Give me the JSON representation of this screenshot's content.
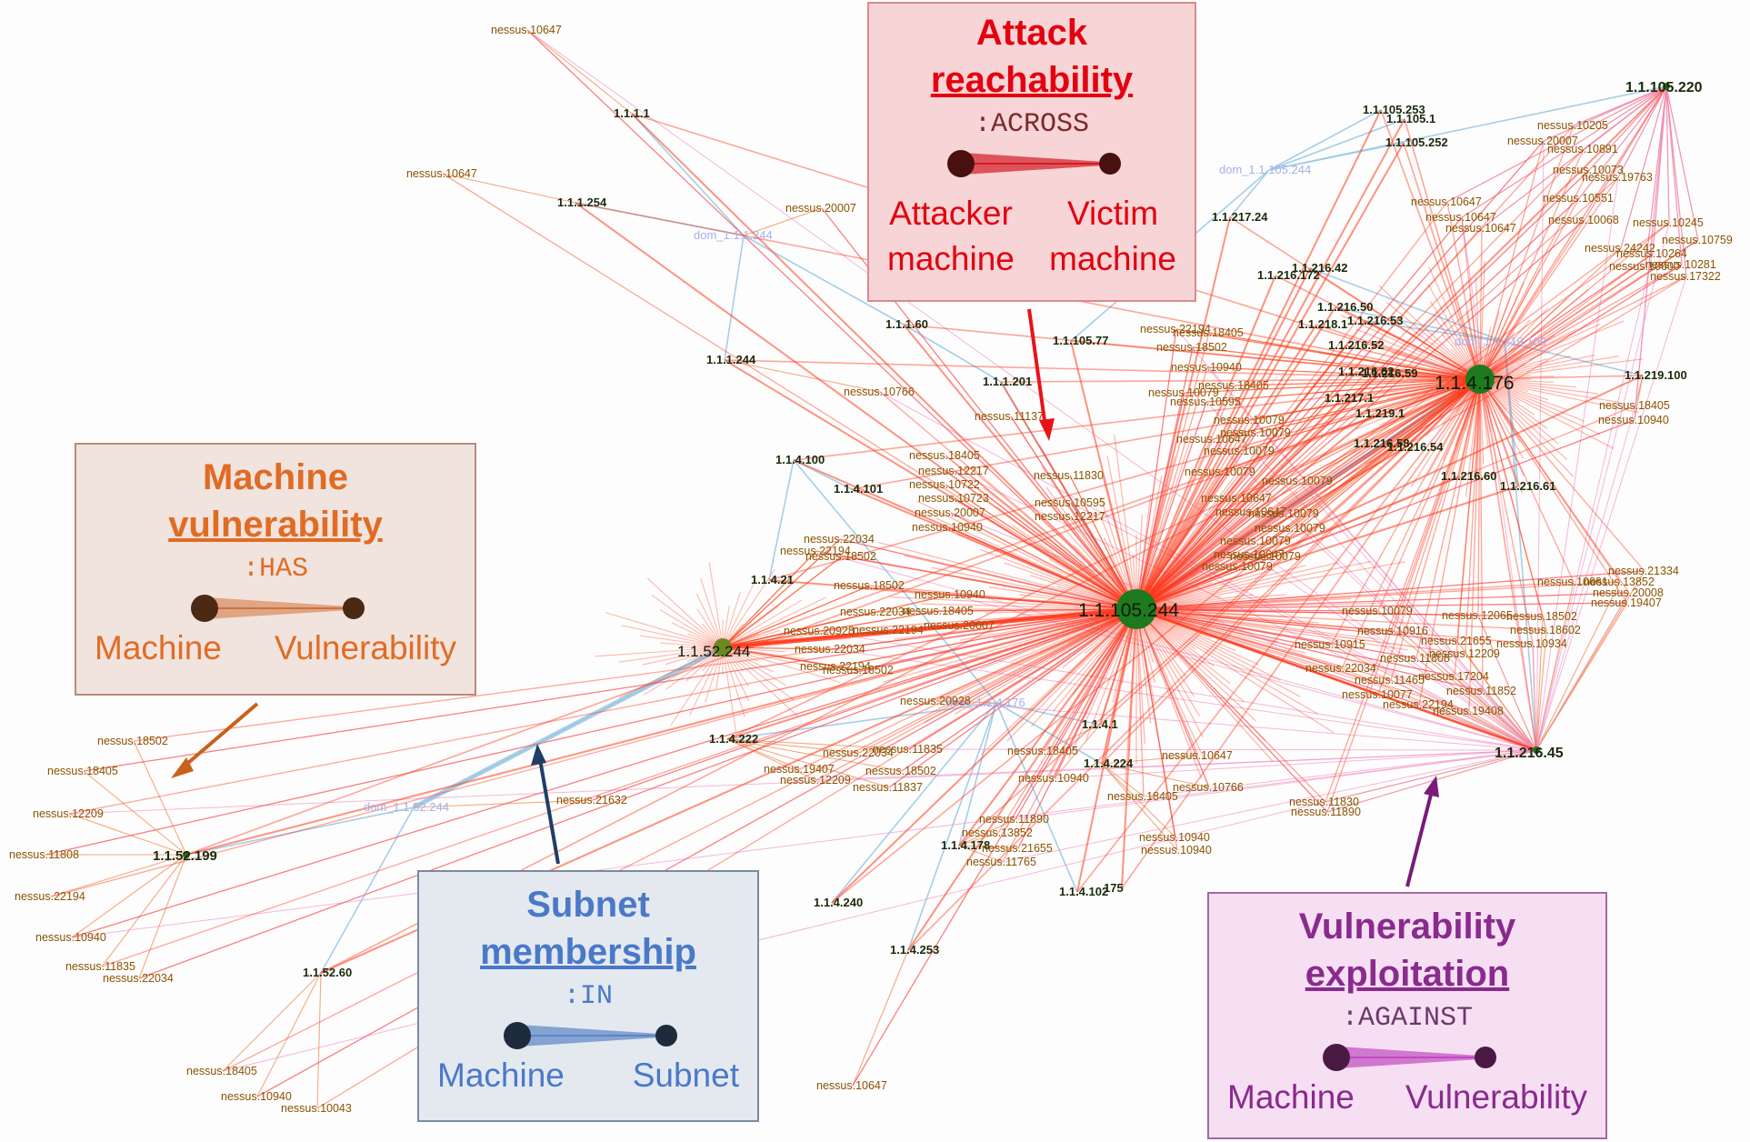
{
  "colors": {
    "subnet_edge": "#9cc9e6",
    "has_edge": "#f08d55",
    "across_edge": "#ff3a1a",
    "against_edge": "#f088c0",
    "node_dark": "#2a6e1a",
    "hub_fill": "#1e7a1e",
    "vuln_label": "#8a5200",
    "machine_label": "#111111",
    "subnet_label": "#a7aeea"
  },
  "legends": {
    "attack": {
      "title_line1": "Attack",
      "title_line2": "reachability",
      "relation": ":ACROSS",
      "left": "Attacker machine",
      "left_l1": "Attacker",
      "left_l2": "machine",
      "right_l1": "Victim",
      "right_l2": "machine",
      "color": "#d21d24"
    },
    "has": {
      "title_line1": "Machine",
      "title_line2": "vulnerability",
      "relation": ":HAS",
      "left": "Machine",
      "right": "Vulnerability",
      "color": "#6a3a20"
    },
    "in": {
      "title_line1": "Subnet",
      "title_line2": "membership",
      "relation": ":IN",
      "left": "Machine",
      "right": "Subnet",
      "color": "#1e3148"
    },
    "against": {
      "title_line1": "Vulnerability",
      "title_line2": "exploitation",
      "relation": ":AGAINST",
      "left": "Machine",
      "right": "Vulnerability",
      "color": "#5a2050"
    }
  },
  "nodes": [
    {
      "id": "h105",
      "label": "1.1.105.244",
      "type": "hub"
    },
    {
      "id": "h4176",
      "label": "1.1.4.176",
      "type": "hub"
    },
    {
      "id": "h52",
      "label": "1.1.52.244",
      "type": "hub"
    },
    {
      "id": "m105220",
      "label": "1.1.105.220",
      "type": "machine"
    },
    {
      "id": "m216_45",
      "label": "1.1.216.45",
      "type": "machine"
    },
    {
      "id": "m52199",
      "label": "1.1.52.199",
      "type": "machine"
    },
    {
      "id": "m1_1",
      "label": "1.1.1.1",
      "type": "machine"
    },
    {
      "id": "m1_254",
      "label": "1.1.1.254",
      "type": "machine"
    },
    {
      "id": "m1_244",
      "label": "1.1.1.244",
      "type": "machine"
    },
    {
      "id": "m1_60",
      "label": "1.1.1.60",
      "type": "machine"
    },
    {
      "id": "m1_201",
      "label": "1.1.1.201",
      "type": "machine"
    },
    {
      "id": "m4_100",
      "label": "1.1.4.100",
      "type": "machine"
    },
    {
      "id": "m4_101",
      "label": "1.1.4.101",
      "type": "machine"
    },
    {
      "id": "m4_21",
      "label": "1.1.4.21",
      "type": "machine"
    },
    {
      "id": "m4_222",
      "label": "1.1.4.222",
      "type": "machine"
    },
    {
      "id": "m4_240",
      "label": "1.1.4.240",
      "type": "machine"
    },
    {
      "id": "m4_178",
      "label": "1.1.4.178",
      "type": "machine"
    },
    {
      "id": "m4_253",
      "label": "1.1.4.253",
      "type": "machine"
    },
    {
      "id": "m4_1",
      "label": "1.1.4.1",
      "type": "machine"
    },
    {
      "id": "m4_224",
      "label": "1.1.4.224",
      "type": "machine"
    },
    {
      "id": "m4_102",
      "label": "1.1.4.102",
      "type": "machine"
    },
    {
      "id": "m175",
      "label": "175",
      "type": "machine"
    },
    {
      "id": "m52_60",
      "label": "1.1.52.60",
      "type": "machine"
    },
    {
      "id": "m217_24",
      "label": "1.1.217.24",
      "type": "machine"
    },
    {
      "id": "m105_77",
      "label": "1.1.105.77",
      "type": "machine"
    },
    {
      "id": "m105_253",
      "label": "1.1.105.253",
      "type": "machine"
    },
    {
      "id": "m105_1",
      "label": "1.1.105.1",
      "type": "machine"
    },
    {
      "id": "m105_252",
      "label": "1.1.105.252",
      "type": "machine"
    },
    {
      "id": "m216_42",
      "label": "1.1.216.42",
      "type": "machine"
    },
    {
      "id": "m216_172",
      "label": "1.1.216.172",
      "type": "machine"
    },
    {
      "id": "m216_50",
      "label": "1.1.216.50",
      "type": "machine"
    },
    {
      "id": "m218_1",
      "label": "1.1.218.1",
      "type": "machine"
    },
    {
      "id": "m216_53",
      "label": "1.1.216.53",
      "type": "machine"
    },
    {
      "id": "m216_52",
      "label": "1.1.216.52",
      "type": "machine"
    },
    {
      "id": "m216_59",
      "label": "1.1.216.59",
      "type": "machine"
    },
    {
      "id": "m216_62",
      "label": "1.1.216.62",
      "type": "machine"
    },
    {
      "id": "m217_1",
      "label": "1.1.217.1",
      "type": "machine"
    },
    {
      "id": "m219_1",
      "label": "1.1.219.1",
      "type": "machine"
    },
    {
      "id": "m216_54",
      "label": "1.1.216.54",
      "type": "machine"
    },
    {
      "id": "m216_58",
      "label": "1.1.216.58",
      "type": "machine"
    },
    {
      "id": "m216_61",
      "label": "1.1.216.61",
      "type": "machine"
    },
    {
      "id": "m216_60",
      "label": "1.1.216.60",
      "type": "machine"
    },
    {
      "id": "m219_100",
      "label": "1.1.219.100",
      "type": "machine"
    },
    {
      "id": "s1_244",
      "label": "dom_1.1.1.244",
      "type": "subnet"
    },
    {
      "id": "s105",
      "label": "dom_1.1.105.244",
      "type": "subnet"
    },
    {
      "id": "s219",
      "label": "dom_1.1.219.100",
      "type": "subnet"
    },
    {
      "id": "s4176",
      "label": "dom_1.1.4.176",
      "type": "subnet"
    },
    {
      "id": "s52",
      "label": "dom_1.1.52.244",
      "type": "subnet"
    }
  ],
  "vuln_labels": [
    {
      "t": "nessus.10647",
      "hub": "m1_1"
    },
    {
      "t": "nessus.10647",
      "hub": "m1_254"
    },
    {
      "t": "nessus.20007",
      "hub": "s1_244"
    },
    {
      "t": "nessus.10766",
      "hub": "m1_244"
    },
    {
      "t": "nessus.11137",
      "hub": "h105"
    },
    {
      "t": "nessus.18405",
      "hub": "h105"
    },
    {
      "t": "nessus.12217",
      "hub": "h105"
    },
    {
      "t": "nessus.10722",
      "hub": "h105"
    },
    {
      "t": "nessus.10723",
      "hub": "h105"
    },
    {
      "t": "nessus.20007",
      "hub": "h105"
    },
    {
      "t": "nessus.10940",
      "hub": "h105"
    },
    {
      "t": "nessus.11830",
      "hub": "h105"
    },
    {
      "t": "nessus.10595",
      "hub": "h105"
    },
    {
      "t": "nessus.12217",
      "hub": "h105"
    },
    {
      "t": "nessus.22034",
      "hub": "h52"
    },
    {
      "t": "nessus.22194",
      "hub": "h52"
    },
    {
      "t": "nessus.18502",
      "hub": "h52"
    },
    {
      "t": "nessus.18502",
      "hub": "h52"
    },
    {
      "t": "nessus.10940",
      "hub": "h52"
    },
    {
      "t": "nessus.22034",
      "hub": "h52"
    },
    {
      "t": "nessus.18405",
      "hub": "h52"
    },
    {
      "t": "nessus.20928",
      "hub": "h52"
    },
    {
      "t": "nessus.22194",
      "hub": "h52"
    },
    {
      "t": "nessus.20007",
      "hub": "h52"
    },
    {
      "t": "nessus.22034",
      "hub": "h52"
    },
    {
      "t": "nessus.22194",
      "hub": "h52"
    },
    {
      "t": "nessus.18502",
      "hub": "h52"
    },
    {
      "t": "nessus.20928",
      "hub": "s4176"
    },
    {
      "t": "nessus.21632",
      "hub": "s52"
    },
    {
      "t": "nessus.22034",
      "hub": "m4_222"
    },
    {
      "t": "nessus.11835",
      "hub": "m4_222"
    },
    {
      "t": "nessus.19407",
      "hub": "m4_222"
    },
    {
      "t": "nessus.18502",
      "hub": "m4_222"
    },
    {
      "t": "nessus.12209",
      "hub": "m4_222"
    },
    {
      "t": "nessus.11837",
      "hub": "m4_222"
    },
    {
      "t": "nessus.18405",
      "hub": "m4_1"
    },
    {
      "t": "nessus.10940",
      "hub": "m4_1"
    },
    {
      "t": "nessus.10647",
      "hub": "m4_224"
    },
    {
      "t": "nessus.10766",
      "hub": "m4_224"
    },
    {
      "t": "nessus.18405",
      "hub": "m4_224"
    },
    {
      "t": "nessus.10940",
      "hub": "m4_224"
    },
    {
      "t": "nessus.10940",
      "hub": "m4_224"
    },
    {
      "t": "nessus.11890",
      "hub": "m4_178"
    },
    {
      "t": "nessus.13852",
      "hub": "m4_178"
    },
    {
      "t": "nessus.21655",
      "hub": "m4_178"
    },
    {
      "t": "nessus.11765",
      "hub": "m4_178"
    },
    {
      "t": "nessus.10647",
      "hub": "m4_253"
    },
    {
      "t": "nessus.11830",
      "hub": "m216_45"
    },
    {
      "t": "nessus.11890",
      "hub": "m216_45"
    },
    {
      "t": "nessus.18502",
      "hub": "m52199"
    },
    {
      "t": "nessus.18405",
      "hub": "m52199"
    },
    {
      "t": "nessus.12209",
      "hub": "m52199"
    },
    {
      "t": "nessus.11808",
      "hub": "m52199"
    },
    {
      "t": "nessus.22194",
      "hub": "m52199"
    },
    {
      "t": "nessus.10940",
      "hub": "m52199"
    },
    {
      "t": "nessus.11835",
      "hub": "m52199"
    },
    {
      "t": "nessus.22034",
      "hub": "m52199"
    },
    {
      "t": "nessus.18405",
      "hub": "m52_60"
    },
    {
      "t": "nessus.10940",
      "hub": "m52_60"
    },
    {
      "t": "nessus.10043",
      "hub": "m52_60"
    },
    {
      "t": "nessus.22194",
      "hub": "h4176"
    },
    {
      "t": "nessus.18405",
      "hub": "h4176"
    },
    {
      "t": "nessus.18502",
      "hub": "h4176"
    },
    {
      "t": "nessus.10940",
      "hub": "h4176"
    },
    {
      "t": "nessus.10079",
      "hub": "h4176"
    },
    {
      "t": "nessus.18405",
      "hub": "h4176"
    },
    {
      "t": "nessus.10595",
      "hub": "h4176"
    },
    {
      "t": "nessus.10079",
      "hub": "h4176"
    },
    {
      "t": "nessus.10079",
      "hub": "h4176"
    },
    {
      "t": "nessus.10647",
      "hub": "h4176"
    },
    {
      "t": "nessus.10079",
      "hub": "h4176"
    },
    {
      "t": "nessus.10079",
      "hub": "h4176"
    },
    {
      "t": "nessus.10079",
      "hub": "h4176"
    },
    {
      "t": "nessus.10647",
      "hub": "h4176"
    },
    {
      "t": "nessus.10647",
      "hub": "h4176"
    },
    {
      "t": "nessus.10079",
      "hub": "h4176"
    },
    {
      "t": "nessus.10079",
      "hub": "h4176"
    },
    {
      "t": "nessus.10079",
      "hub": "h4176"
    },
    {
      "t": "nessus.10647",
      "hub": "h4176"
    },
    {
      "t": "nessus.10079",
      "hub": "h4176"
    },
    {
      "t": "nessus.10079",
      "hub": "h4176"
    },
    {
      "t": "nessus.18405",
      "hub": "m219_100"
    },
    {
      "t": "nessus.10940",
      "hub": "m219_100"
    },
    {
      "t": "nessus.10205",
      "hub": "m105220"
    },
    {
      "t": "nessus.20007",
      "hub": "m105220"
    },
    {
      "t": "nessus.10891",
      "hub": "m105220"
    },
    {
      "t": "nessus.10073",
      "hub": "m105220"
    },
    {
      "t": "nessus.19763",
      "hub": "m105220"
    },
    {
      "t": "nessus.10551",
      "hub": "m105220"
    },
    {
      "t": "nessus.10647",
      "hub": "m105220"
    },
    {
      "t": "nessus.10647",
      "hub": "m105220"
    },
    {
      "t": "nessus.10647",
      "hub": "m105220"
    },
    {
      "t": "nessus.10068",
      "hub": "m105220"
    },
    {
      "t": "nessus.10245",
      "hub": "m105220"
    },
    {
      "t": "nessus.10759",
      "hub": "m105220"
    },
    {
      "t": "nessus.24242",
      "hub": "m105220"
    },
    {
      "t": "nessus.10264",
      "hub": "m105220"
    },
    {
      "t": "nessus.10600",
      "hub": "m105220"
    },
    {
      "t": "nessus.10281",
      "hub": "m105220"
    },
    {
      "t": "nessus.17322",
      "hub": "m105220"
    },
    {
      "t": "nessus.21334",
      "hub": "m216_45"
    },
    {
      "t": "nessus.13852",
      "hub": "m216_45"
    },
    {
      "t": "nessus.20008",
      "hub": "m216_45"
    },
    {
      "t": "nessus.10661",
      "hub": "m216_45"
    },
    {
      "t": "nessus.19407",
      "hub": "m216_45"
    },
    {
      "t": "nessus.12065",
      "hub": "m216_45"
    },
    {
      "t": "nessus.18502",
      "hub": "m216_45"
    },
    {
      "t": "nessus.18602",
      "hub": "m216_45"
    },
    {
      "t": "nessus.10079",
      "hub": "m216_45"
    },
    {
      "t": "nessus.10916",
      "hub": "m216_45"
    },
    {
      "t": "nessus.21655",
      "hub": "m216_45"
    },
    {
      "t": "nessus.10934",
      "hub": "m216_45"
    },
    {
      "t": "nessus.10915",
      "hub": "m216_45"
    },
    {
      "t": "nessus.12209",
      "hub": "m216_45"
    },
    {
      "t": "nessus.11808",
      "hub": "m216_45"
    },
    {
      "t": "nessus.22034",
      "hub": "m216_45"
    },
    {
      "t": "nessus.17204",
      "hub": "m216_45"
    },
    {
      "t": "nessus.11465",
      "hub": "m216_45"
    },
    {
      "t": "nessus.11852",
      "hub": "m216_45"
    },
    {
      "t": "nessus.10077",
      "hub": "m216_45"
    },
    {
      "t": "nessus.22194",
      "hub": "m216_45"
    },
    {
      "t": "nessus.19408",
      "hub": "m216_45"
    }
  ]
}
